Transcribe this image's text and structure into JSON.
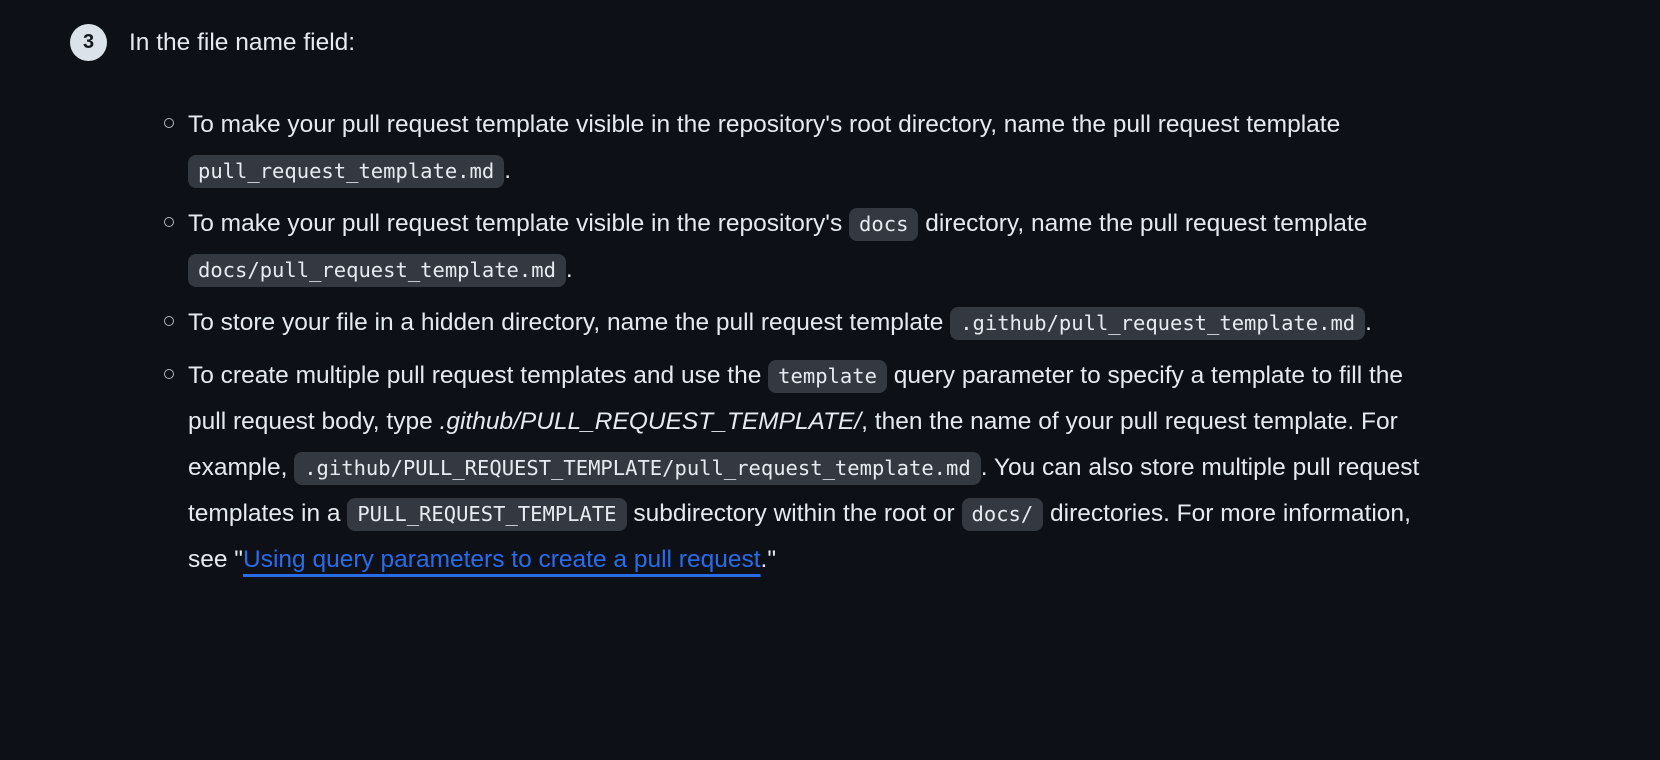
{
  "theme": {
    "background": "#0d1117",
    "text_color": "#e4eaf0",
    "code_chip_bg": "#343941",
    "code_chip_text": "#e6ebf1",
    "link_color": "#2c6be8",
    "badge_bg": "#dbe2ea",
    "badge_text": "#14171c",
    "bullet_border": "#aeb6bf"
  },
  "step": {
    "number": "3",
    "title": "In the file name field:"
  },
  "list": {
    "items": [
      {
        "segments": {
          "s0": "To make your pull request template visible in the repository's root directory, name the pull request template ",
          "s1": "pull_request_template.md",
          "s2": "."
        }
      },
      {
        "segments": {
          "s0": "To make your pull request template visible in the repository's ",
          "s1": "docs",
          "s2": " directory, name the pull request template ",
          "s3": "docs/pull_request_template.md",
          "s4": "."
        }
      },
      {
        "segments": {
          "s0": "To store your file in a hidden directory, name the pull request template ",
          "s1": ".github/pull_request_template.md",
          "s2": "."
        }
      },
      {
        "segments": {
          "s0": "To create multiple pull request templates and use the ",
          "s1": "template",
          "s2": " query parameter to specify a template to fill the pull request body, type ",
          "s3": ".github/PULL_REQUEST_TEMPLATE/",
          "s4": ", then the name of your pull request template. For example, ",
          "s5": ".github/PULL_REQUEST_TEMPLATE/pull_request_template.md",
          "s6": ". You can also store multiple pull request templates in a ",
          "s7": "PULL_REQUEST_TEMPLATE",
          "s8": " subdirectory within the root or ",
          "s9": "docs/",
          "s10": " directories. For more information, see \"",
          "s11": "Using query parameters to create a pull request",
          "s12": ".\""
        }
      }
    ]
  }
}
